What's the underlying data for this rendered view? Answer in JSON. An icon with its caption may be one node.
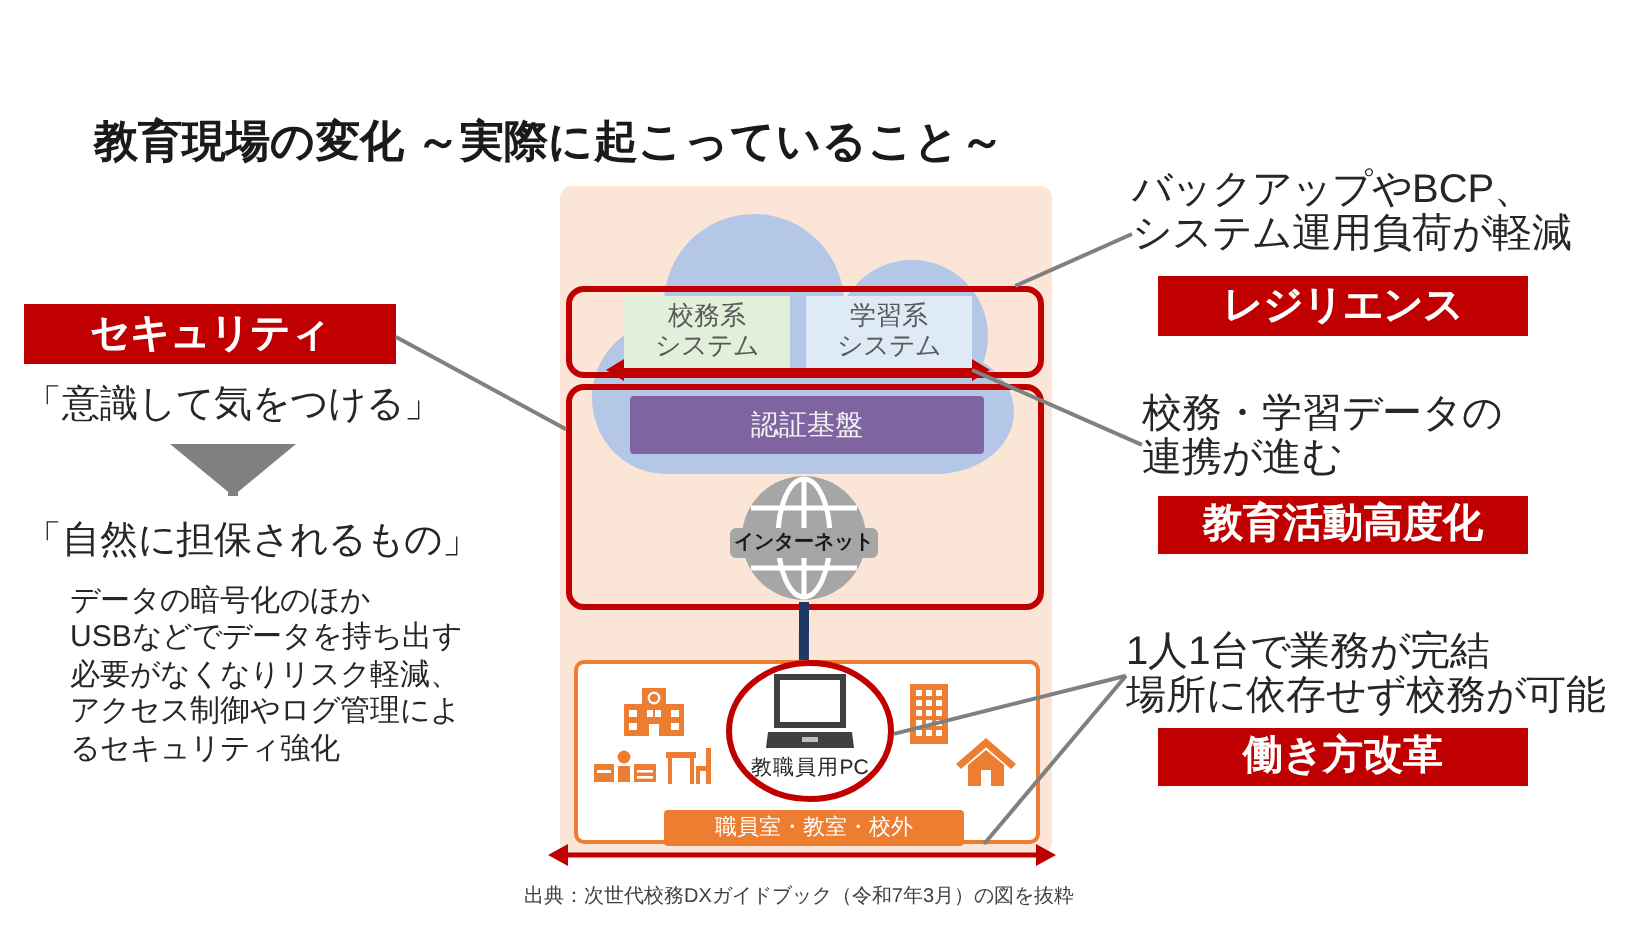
{
  "diagram": {
    "title": "教育現場の変化 ～実際に起こっていること～",
    "nodes": [
      {
        "text": [
          "セキュリティ"
        ]
      },
      {
        "text": [
          "「意識して気をつける」"
        ]
      },
      {
        "text": [
          "「自然に担保されるもの」"
        ]
      },
      {
        "text": [],
        "shape": "box"
      },
      {
        "text": [
          "校務系システム"
        ],
        "in": 3
      },
      {
        "text": [
          "学習系システム"
        ],
        "in": 3
      },
      {
        "text": [],
        "shape": "box"
      },
      {
        "text": [
          "認証基盤"
        ],
        "in": 6
      },
      {
        "text": [
          "インターネット"
        ],
        "in": 6
      },
      {
        "text": [],
        "shape": "box"
      },
      {
        "text": [
          "教職員用PC"
        ],
        "in": 9
      },
      {
        "text": [
          "職員室・教室・校外"
        ],
        "in": 9
      },
      {
        "text": [
          "バックアップやBCP、システム運用負荷が軽減"
        ]
      },
      {
        "text": [
          "レジリエンス"
        ]
      },
      {
        "text": [
          "校務・学習データの連携が進む"
        ]
      },
      {
        "text": [
          "教育活動高度化"
        ]
      },
      {
        "text": [
          "1人1台で業務が完結場所に依存せず校務が可能"
        ]
      },
      {
        "text": [
          "働き方改革"
        ]
      }
    ],
    "edges": [
      {
        "from": 1,
        "to": 2,
        "arrow": "to",
        "style": "thick"
      },
      {
        "from": 0,
        "to": 6,
        "arrow": "none"
      },
      {
        "from": 12,
        "to": 3,
        "arrow": "none"
      },
      {
        "from": 4,
        "to": 5,
        "arrow": "both",
        "color": "#c00000"
      },
      {
        "from": 14,
        "to": 5,
        "arrow": "none"
      },
      {
        "from": 8,
        "to": 10,
        "arrow": "none",
        "style": "thick",
        "color": "#1f3864"
      },
      {
        "from": 16,
        "to": 10,
        "arrow": "none"
      },
      {
        "from": 16,
        "to": 9,
        "arrow": "none"
      }
    ],
    "labels": [
      "データの暗号化のほかUSBなどでデータを持ち出す必要がなくなりリスク軽減、アクセス制御やログ管理によるセキュリティ強化",
      "出典：次世代校務DXガイドブック（令和7年3月）の図を抜粋"
    ]
  }
}
